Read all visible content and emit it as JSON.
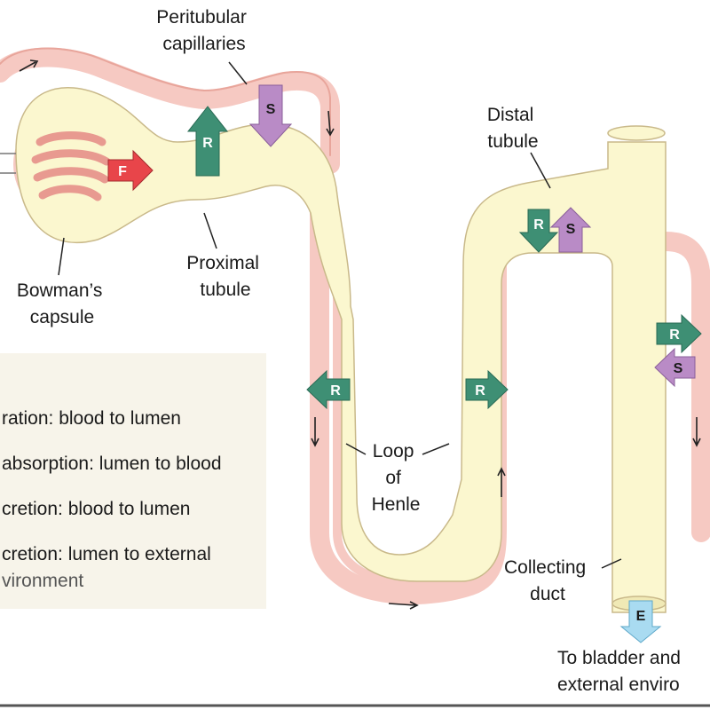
{
  "labels": {
    "peritubular": [
      "Peritubular",
      "capillaries"
    ],
    "distal": [
      "Distal",
      "tubule"
    ],
    "bowmans": [
      "Bowman’s",
      "capsule"
    ],
    "proximal": [
      "Proximal",
      "tubule"
    ],
    "loop": [
      "Loop",
      "of",
      "Henle"
    ],
    "collecting": [
      "Collecting",
      "duct"
    ],
    "bladder": [
      "To bladder and",
      "external enviro"
    ]
  },
  "markers": {
    "filtration": "F",
    "reabsorption": "R",
    "secretion": "S",
    "excretion": "E"
  },
  "legend": [
    "ration: blood to lumen",
    "absorption: lumen to blood",
    "cretion: blood to lumen",
    "cretion: lumen to external",
    "vironment"
  ],
  "colors": {
    "tubule": "#fbf7cf",
    "capillary": "#f6c9c2",
    "filtration": "#e8454a",
    "reabsorption": "#3e8f74",
    "secretion": "#b98bc6",
    "excretion": "#a9dbf1"
  }
}
